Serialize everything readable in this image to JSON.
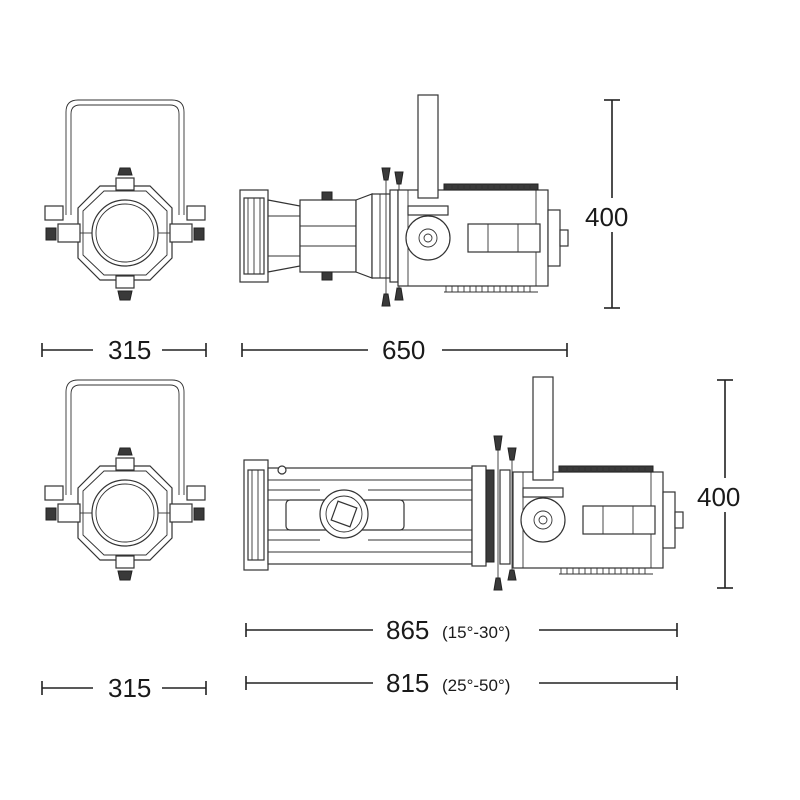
{
  "colors": {
    "line": "#333333",
    "text": "#1a1a1a",
    "background": "#ffffff"
  },
  "dimensions": {
    "top_front_width": "315",
    "top_side_length": "650",
    "top_height": "400",
    "bottom_height": "400",
    "bottom_front_width": "315",
    "bottom_length_a": "865",
    "bottom_length_a_range": "(15°-30°)",
    "bottom_length_b": "815",
    "bottom_length_b_range": "(25°-50°)"
  }
}
